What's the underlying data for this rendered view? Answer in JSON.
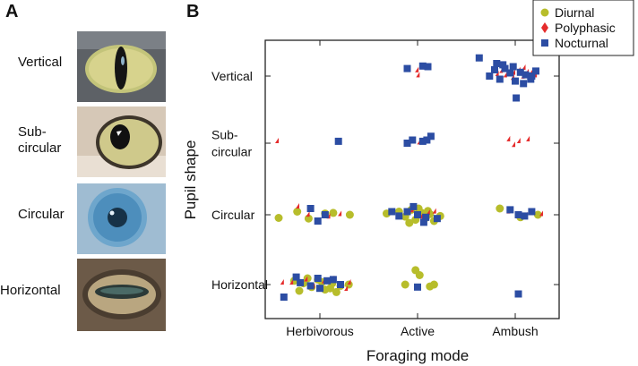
{
  "panel_a": {
    "letter": "A",
    "rows": [
      {
        "label_lines": [
          "Vertical"
        ],
        "icon": "vertical-pupil-eye-photo"
      },
      {
        "label_lines": [
          "Sub-",
          "circular"
        ],
        "icon": "subcircular-pupil-eye-photo"
      },
      {
        "label_lines": [
          "Circular"
        ],
        "icon": "circular-pupil-eye-photo"
      },
      {
        "label_lines": [
          "Horizontal"
        ],
        "icon": "horizontal-pupil-eye-photo"
      }
    ]
  },
  "panel_b": {
    "letter": "B"
  },
  "chart_data": {
    "type": "scatter",
    "xlabel": "Foraging mode",
    "ylabel": "Pupil shape",
    "x_categories": [
      "Herbivorous",
      "Active",
      "Ambush"
    ],
    "y_categories": [
      "Horizontal",
      "Circular",
      "Sub-circular",
      "Vertical"
    ],
    "y_tick_labels": [
      [
        "Horizontal"
      ],
      [
        "Circular"
      ],
      [
        "Sub-",
        "circular"
      ],
      [
        "Vertical"
      ]
    ],
    "legend_position": "top-right",
    "series": [
      {
        "name": "Diurnal",
        "marker": "circle",
        "color": "#b7bd2b",
        "points": [
          [
            0,
            1,
            -0.4
          ],
          [
            0,
            1,
            -0.22
          ],
          [
            0,
            1,
            -0.11
          ],
          [
            0,
            1,
            0.05
          ],
          [
            0,
            1,
            0.13
          ],
          [
            0,
            1,
            0.29
          ],
          [
            1,
            1,
            -0.3
          ],
          [
            1,
            1,
            -0.18
          ],
          [
            1,
            1,
            -0.12
          ],
          [
            1,
            1,
            -0.06
          ],
          [
            1,
            1,
            -0.02
          ],
          [
            1,
            1,
            0.04
          ],
          [
            1,
            1,
            0.08
          ],
          [
            1,
            1,
            0.12
          ],
          [
            1,
            1,
            0.16
          ],
          [
            1,
            1,
            0.22
          ],
          [
            1,
            1,
            -0.08
          ],
          [
            1,
            1,
            0.01
          ],
          [
            1,
            1,
            0.1
          ],
          [
            2,
            1,
            -0.15
          ],
          [
            2,
            1,
            0.05
          ],
          [
            2,
            1,
            0.22
          ],
          [
            0,
            0,
            -0.25
          ],
          [
            0,
            0,
            -0.16
          ],
          [
            0,
            0,
            -0.08
          ],
          [
            0,
            0,
            -0.02
          ],
          [
            0,
            0,
            0.05
          ],
          [
            0,
            0,
            0.12
          ],
          [
            0,
            0,
            0.2
          ],
          [
            0,
            0,
            -0.12
          ],
          [
            0,
            0,
            0.02
          ],
          [
            0,
            0,
            0.1
          ],
          [
            0,
            0,
            0.28
          ],
          [
            0,
            0,
            -0.2
          ],
          [
            0,
            0,
            0.16
          ],
          [
            1,
            0,
            -0.02
          ],
          [
            1,
            0,
            0.02
          ],
          [
            1,
            0,
            -0.12
          ],
          [
            1,
            0,
            0.12
          ],
          [
            1,
            0,
            0.16
          ]
        ],
        "y_offsets": [
          -0.05,
          0.05,
          -0.06,
          0.02,
          0.03,
          0.0,
          0.02,
          0.05,
          -0.03,
          0.08,
          -0.08,
          0.03,
          -0.05,
          0.01,
          -0.1,
          -0.02,
          -0.13,
          0.1,
          0.06,
          0.1,
          -0.04,
          0.0,
          0.06,
          0.02,
          -0.04,
          0.08,
          -0.08,
          0.02,
          -0.02,
          0.1,
          0.04,
          -0.06,
          0.0,
          -0.1,
          -0.12,
          0.23,
          0.15,
          0.0,
          -0.03,
          0.0
        ]
      },
      {
        "name": "Polyphasic",
        "marker": "diamond",
        "color": "#e52b2b",
        "points": [
          [
            0,
            2,
            -0.4
          ],
          [
            1,
            2,
            0.03
          ],
          [
            2,
            2,
            -0.05
          ],
          [
            2,
            2,
            0.05
          ],
          [
            2,
            2,
            0.14
          ],
          [
            2,
            2,
            0.0
          ],
          [
            1,
            3,
            0.01
          ],
          [
            1,
            3,
            0.02
          ],
          [
            2,
            3,
            -0.12
          ],
          [
            2,
            3,
            -0.08
          ],
          [
            2,
            3,
            -0.03
          ],
          [
            2,
            3,
            0.0
          ],
          [
            2,
            3,
            0.05
          ],
          [
            2,
            3,
            0.09
          ],
          [
            2,
            3,
            0.13
          ],
          [
            2,
            3,
            0.18
          ],
          [
            2,
            3,
            -0.16
          ],
          [
            2,
            3,
            0.21
          ],
          [
            2,
            3,
            -0.01
          ],
          [
            2,
            3,
            0.1
          ],
          [
            0,
            1,
            -0.2
          ],
          [
            0,
            1,
            -0.1
          ],
          [
            0,
            1,
            -0.06
          ],
          [
            0,
            1,
            0.1
          ],
          [
            0,
            1,
            0.21
          ],
          [
            1,
            1,
            -0.04
          ],
          [
            1,
            1,
            0.05
          ],
          [
            1,
            1,
            0.12
          ],
          [
            1,
            1,
            0.18
          ],
          [
            2,
            1,
            -0.05
          ],
          [
            2,
            1,
            0.12
          ],
          [
            2,
            1,
            0.27
          ],
          [
            0,
            0,
            -0.35
          ],
          [
            0,
            0,
            -0.26
          ],
          [
            0,
            0,
            -0.12
          ],
          [
            0,
            0,
            -0.05
          ],
          [
            0,
            0,
            0.05
          ],
          [
            0,
            0,
            0.14
          ],
          [
            0,
            0,
            0.2
          ],
          [
            0,
            0,
            0.27
          ],
          [
            0,
            0,
            0.3
          ]
        ],
        "y_offsets": [
          0.0,
          -0.02,
          0.03,
          0.0,
          0.03,
          -0.06,
          0.06,
          -0.02,
          0.05,
          -0.02,
          0.08,
          0.02,
          0.06,
          -0.04,
          0.03,
          0.05,
          0.0,
          -0.02,
          -0.06,
          0.1,
          0.1,
          -0.03,
          0.05,
          -0.06,
          -0.02,
          0.04,
          -0.06,
          0.0,
          0.02,
          0.02,
          -0.04,
          -0.02,
          0.0,
          0.0,
          0.05,
          -0.06,
          0.02,
          0.06,
          -0.04,
          -0.1,
          0.0
        ]
      },
      {
        "name": "Nocturnal",
        "marker": "square",
        "color": "#2c4da3",
        "points": [
          [
            1,
            3,
            -0.1
          ],
          [
            1,
            3,
            0.05
          ],
          [
            1,
            3,
            0.1
          ],
          [
            2,
            3,
            -0.35
          ],
          [
            2,
            3,
            -0.25
          ],
          [
            2,
            3,
            -0.2
          ],
          [
            2,
            3,
            -0.15
          ],
          [
            2,
            3,
            -0.1
          ],
          [
            2,
            3,
            -0.05
          ],
          [
            2,
            3,
            0.0
          ],
          [
            2,
            3,
            0.05
          ],
          [
            2,
            3,
            0.1
          ],
          [
            2,
            3,
            0.15
          ],
          [
            2,
            3,
            0.2
          ],
          [
            2,
            3,
            -0.02
          ],
          [
            2,
            3,
            0.08
          ],
          [
            2,
            3,
            -0.12
          ],
          [
            2,
            3,
            0.01
          ],
          [
            2,
            3,
            0.16
          ],
          [
            2,
            3,
            -0.18
          ],
          [
            0,
            2,
            0.18
          ],
          [
            1,
            2,
            -0.1
          ],
          [
            1,
            2,
            -0.05
          ],
          [
            1,
            2,
            0.09
          ],
          [
            1,
            2,
            0.13
          ],
          [
            1,
            2,
            0.05
          ],
          [
            0,
            1,
            -0.09
          ],
          [
            0,
            1,
            0.05
          ],
          [
            0,
            1,
            -0.02
          ],
          [
            1,
            1,
            -0.25
          ],
          [
            1,
            1,
            -0.18
          ],
          [
            1,
            1,
            -0.1
          ],
          [
            1,
            1,
            0.0
          ],
          [
            1,
            1,
            0.08
          ],
          [
            1,
            1,
            0.19
          ],
          [
            1,
            1,
            -0.04
          ],
          [
            1,
            1,
            0.06
          ],
          [
            2,
            1,
            -0.05
          ],
          [
            2,
            1,
            0.03
          ],
          [
            2,
            1,
            0.09
          ],
          [
            2,
            1,
            0.16
          ],
          [
            0,
            0,
            -0.35
          ],
          [
            0,
            0,
            -0.19
          ],
          [
            0,
            0,
            -0.09
          ],
          [
            0,
            0,
            0.0
          ],
          [
            0,
            0,
            0.07
          ],
          [
            0,
            0,
            -0.23
          ],
          [
            0,
            0,
            -0.02
          ],
          [
            0,
            0,
            0.13
          ],
          [
            0,
            0,
            0.2
          ],
          [
            1,
            0,
            0.0
          ],
          [
            2,
            0,
            0.03
          ]
        ],
        "y_offsets": [
          0.12,
          0.16,
          0.15,
          0.29,
          0.0,
          0.1,
          -0.05,
          0.12,
          0.05,
          -0.08,
          0.06,
          0.02,
          -0.05,
          0.08,
          0.15,
          -0.12,
          0.18,
          -0.35,
          0.0,
          0.2,
          0.03,
          0.0,
          0.05,
          0.05,
          0.11,
          0.03,
          0.1,
          0.0,
          -0.1,
          0.05,
          -0.02,
          0.05,
          0.0,
          -0.04,
          -0.06,
          0.13,
          -0.12,
          0.08,
          0.0,
          -0.02,
          0.05,
          -0.2,
          0.03,
          -0.02,
          -0.06,
          0.06,
          0.12,
          0.1,
          0.08,
          0.0,
          -0.04,
          -0.15
        ]
      }
    ]
  }
}
